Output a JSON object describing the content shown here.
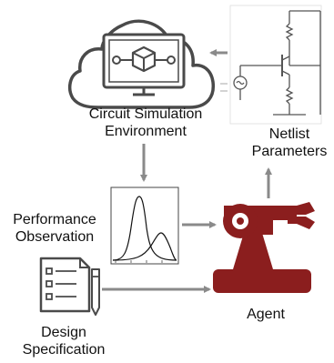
{
  "labels": {
    "sim_env_line1": "Circuit Simulation",
    "sim_env_line2": "Environment",
    "netlist_line1": "Netlist",
    "netlist_line2": "Parameters",
    "perf_line1": "Performance",
    "perf_line2": "Observation",
    "agent": "Agent",
    "design_line1": "Design",
    "design_line2": "Specification"
  },
  "icons": {
    "cloud": "cloud-computer-icon",
    "netlist": "transistor-schematic-icon",
    "plot": "distribution-plot-icon",
    "robot": "robot-arm-icon",
    "spec": "checklist-document-icon"
  },
  "colors": {
    "agent": "#8b1e1e",
    "icon_line": "#4a4a4a",
    "arrow": "#8a8a8a",
    "schematic": "#555555"
  }
}
